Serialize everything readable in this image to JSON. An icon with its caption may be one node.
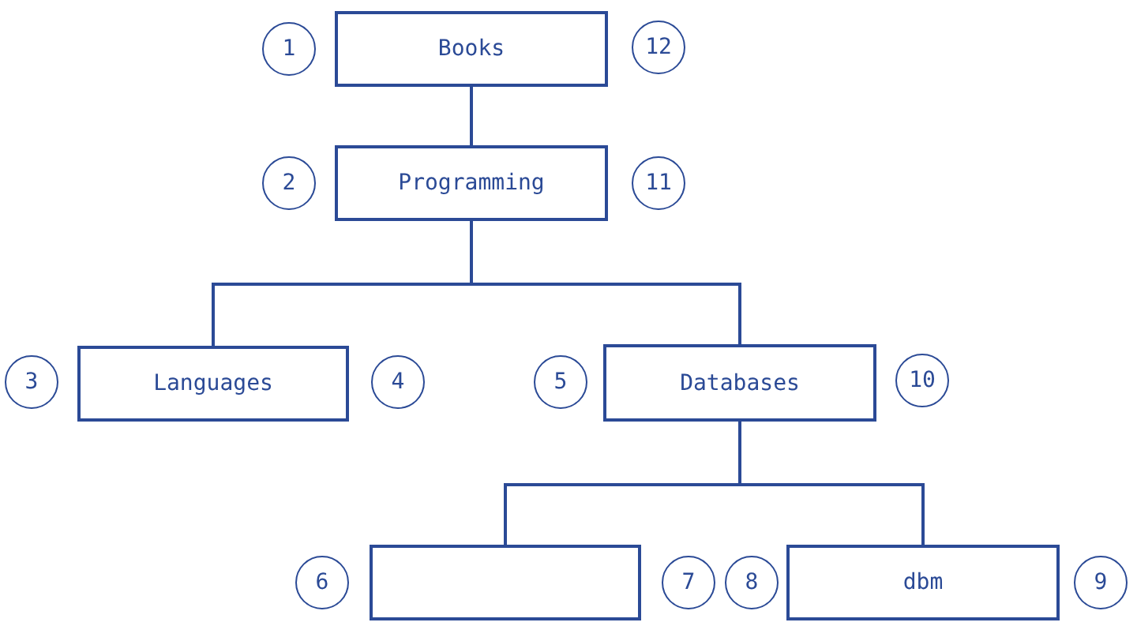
{
  "diagram": {
    "nodes": [
      {
        "text": [
          "1"
        ]
      },
      {
        "text": [
          "Books"
        ]
      },
      {
        "text": [
          "12"
        ]
      },
      {
        "text": [
          "2"
        ]
      },
      {
        "text": [
          "Programming"
        ]
      },
      {
        "text": [
          "11"
        ]
      },
      {
        "text": [
          "3"
        ]
      },
      {
        "text": [
          "Languages"
        ]
      },
      {
        "text": [
          "4"
        ]
      },
      {
        "text": [
          "5"
        ]
      },
      {
        "text": [
          "Databases"
        ]
      },
      {
        "text": [
          "10"
        ]
      },
      {
        "text": [
          "6"
        ]
      },
      {
        "text": [],
        "shape": "box"
      },
      {
        "text": [
          "7"
        ]
      },
      {
        "text": [
          "8"
        ]
      },
      {
        "text": [
          "dbm"
        ]
      },
      {
        "text": [
          "9"
        ]
      }
    ],
    "edges": [
      {
        "from": 1,
        "to": 4,
        "arrow": "none"
      },
      {
        "from": 4,
        "to": 7,
        "arrow": "none"
      },
      {
        "from": 4,
        "to": 10,
        "arrow": "none"
      },
      {
        "from": 10,
        "to": 13,
        "arrow": "none"
      },
      {
        "from": 10,
        "to": 16,
        "arrow": "none"
      }
    ]
  }
}
